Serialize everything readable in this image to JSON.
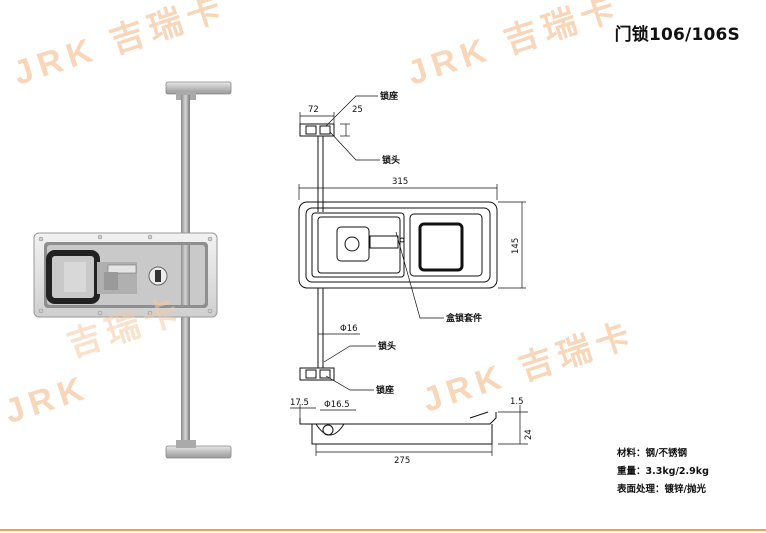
{
  "title": "门锁106/106S",
  "watermark": {
    "latin": "JRK",
    "chinese": "吉瑞卡"
  },
  "drawing": {
    "dimensions": {
      "d72": "72",
      "d25": "25",
      "d315": "315",
      "d145": "145",
      "d16": "Φ16",
      "d17_5": "17.5",
      "d16_5": "Φ16.5",
      "d1_5": "1.5",
      "d24": "24",
      "d275": "275"
    },
    "callouts": {
      "seat_top": "锁座",
      "head_top": "锁头",
      "box_set": "盒锁套件",
      "head_bottom": "锁头",
      "seat_bottom": "锁座"
    }
  },
  "specs": {
    "material": "材料：钢/不锈钢",
    "weight": "重量：3.3kg/2.9kg",
    "finish": "表面处理：镀锌/抛光"
  },
  "colors": {
    "accent": "#f1a052",
    "watermark": "#f6c9a2"
  }
}
